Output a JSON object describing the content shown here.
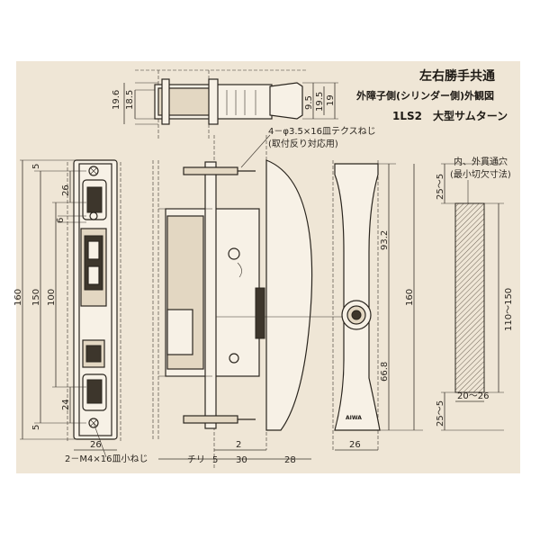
{
  "title": {
    "line1": "左右勝手共通",
    "line2": "外障子側(シリンダー側)外観図",
    "line3": "1LS2　大型サムターン"
  },
  "annotations": {
    "screw_note": "4－φ3.5×16皿テクスねじ",
    "screw_note_sub": "(取付反り対応用)",
    "hole_note": "内、外貫通穴",
    "hole_note_sub": "(最小切欠寸法)",
    "bottom_screw_note": "2－M4×16皿小ねじ",
    "clearance_label": "チリ",
    "brand": "AIWA"
  },
  "dimensions": {
    "top_left_a": "19.6",
    "top_left_b": "18.5",
    "top_right_a": "9.5",
    "top_right_b": "19.5",
    "top_right_c": "19",
    "plate_total": "160",
    "plate_mid": "150",
    "plate_inner": "100",
    "plate_d26": "26",
    "plate_d6": "6",
    "plate_d24": "24",
    "plate_d5_top": "5",
    "plate_d5_bottom": "5",
    "plate_width": "26",
    "side_chiri": "5",
    "side_d2": "2",
    "side_d30": "30",
    "side_d28": "28",
    "handle_d93": "93.2",
    "handle_d160": "160",
    "handle_d668": "66.8",
    "handle_width": "26",
    "hole_25a": "25～5",
    "hole_110": "110～150",
    "hole_25b": "25～5",
    "hole_width": "20～26"
  },
  "colors": {
    "paper": "#efe6d6",
    "ink": "#2b2620"
  }
}
